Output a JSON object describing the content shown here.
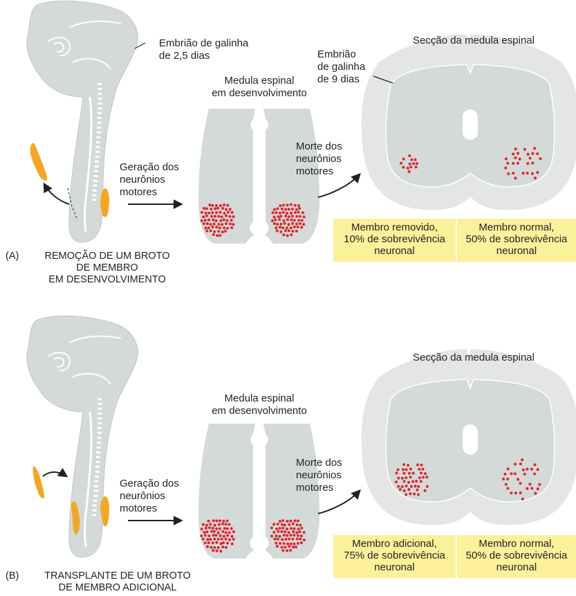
{
  "panel_a": {
    "letter": "(A)",
    "caption": "REMOÇÃO DE UM BROTO\nDE MEMBRO\nEM DESENVOLVIMENTO",
    "embryo_label": "Embrião de galinha\nde 2,5 dias",
    "generation_label": "Geração dos\nneurônios\nmotores",
    "developing_cord_label": "Medula espinal\nem desenvolvimento",
    "death_label": "Morte dos\nneurônios\nmotores",
    "section_label": "Secção da medula espinal",
    "embryo9_label": "Embrião\nde galinha\nde 9 dias",
    "box_left": "Membro removido,\n10% de sobrevivência\nneuronal",
    "box_right": "Membro normal,\n50% de sobrevivência\nneuronal"
  },
  "panel_b": {
    "letter": "(B)",
    "caption": "TRANSPLANTE DE UM BROTO\nDE MEMBRO ADICIONAL",
    "generation_label": "Geração dos\nneurônios\nmotores",
    "developing_cord_label": "Medula espinal\nem desenvolvimento",
    "death_label": "Morte dos\nneurônios\nmotores",
    "section_label": "Secção da medula espinal",
    "box_left": "Membro adicional,\n75% de sobrevivência\nneuronal",
    "box_right": "Membro normal,\n50% de sobrevivência\nneuronal"
  },
  "colors": {
    "tissue": "#d3dad7",
    "outer_cord": "#e3e6e4",
    "neuron_dot": "#e1242b",
    "limb_bud": "#f6a623",
    "label_box": "#fbf19a"
  }
}
